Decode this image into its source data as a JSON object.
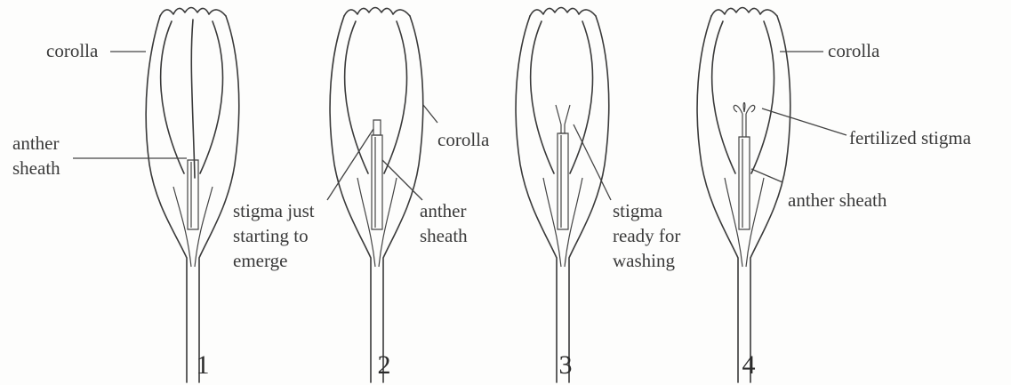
{
  "stages": [
    {
      "number": "1",
      "labels": {
        "corolla": "corolla",
        "anther_line1": "anther",
        "anther_line2": "sheath"
      }
    },
    {
      "number": "2",
      "labels": {
        "stigma_line1": "stigma just",
        "stigma_line2": "starting to",
        "stigma_line3": "emerge",
        "corolla": "corolla",
        "anther_line1": "anther",
        "anther_line2": "sheath"
      }
    },
    {
      "number": "3",
      "labels": {
        "stigma_line1": "stigma",
        "stigma_line2": "ready for",
        "stigma_line3": "washing"
      }
    },
    {
      "number": "4",
      "labels": {
        "corolla": "corolla",
        "fertilized": "fertilized stigma",
        "anther": "anther sheath"
      }
    }
  ]
}
